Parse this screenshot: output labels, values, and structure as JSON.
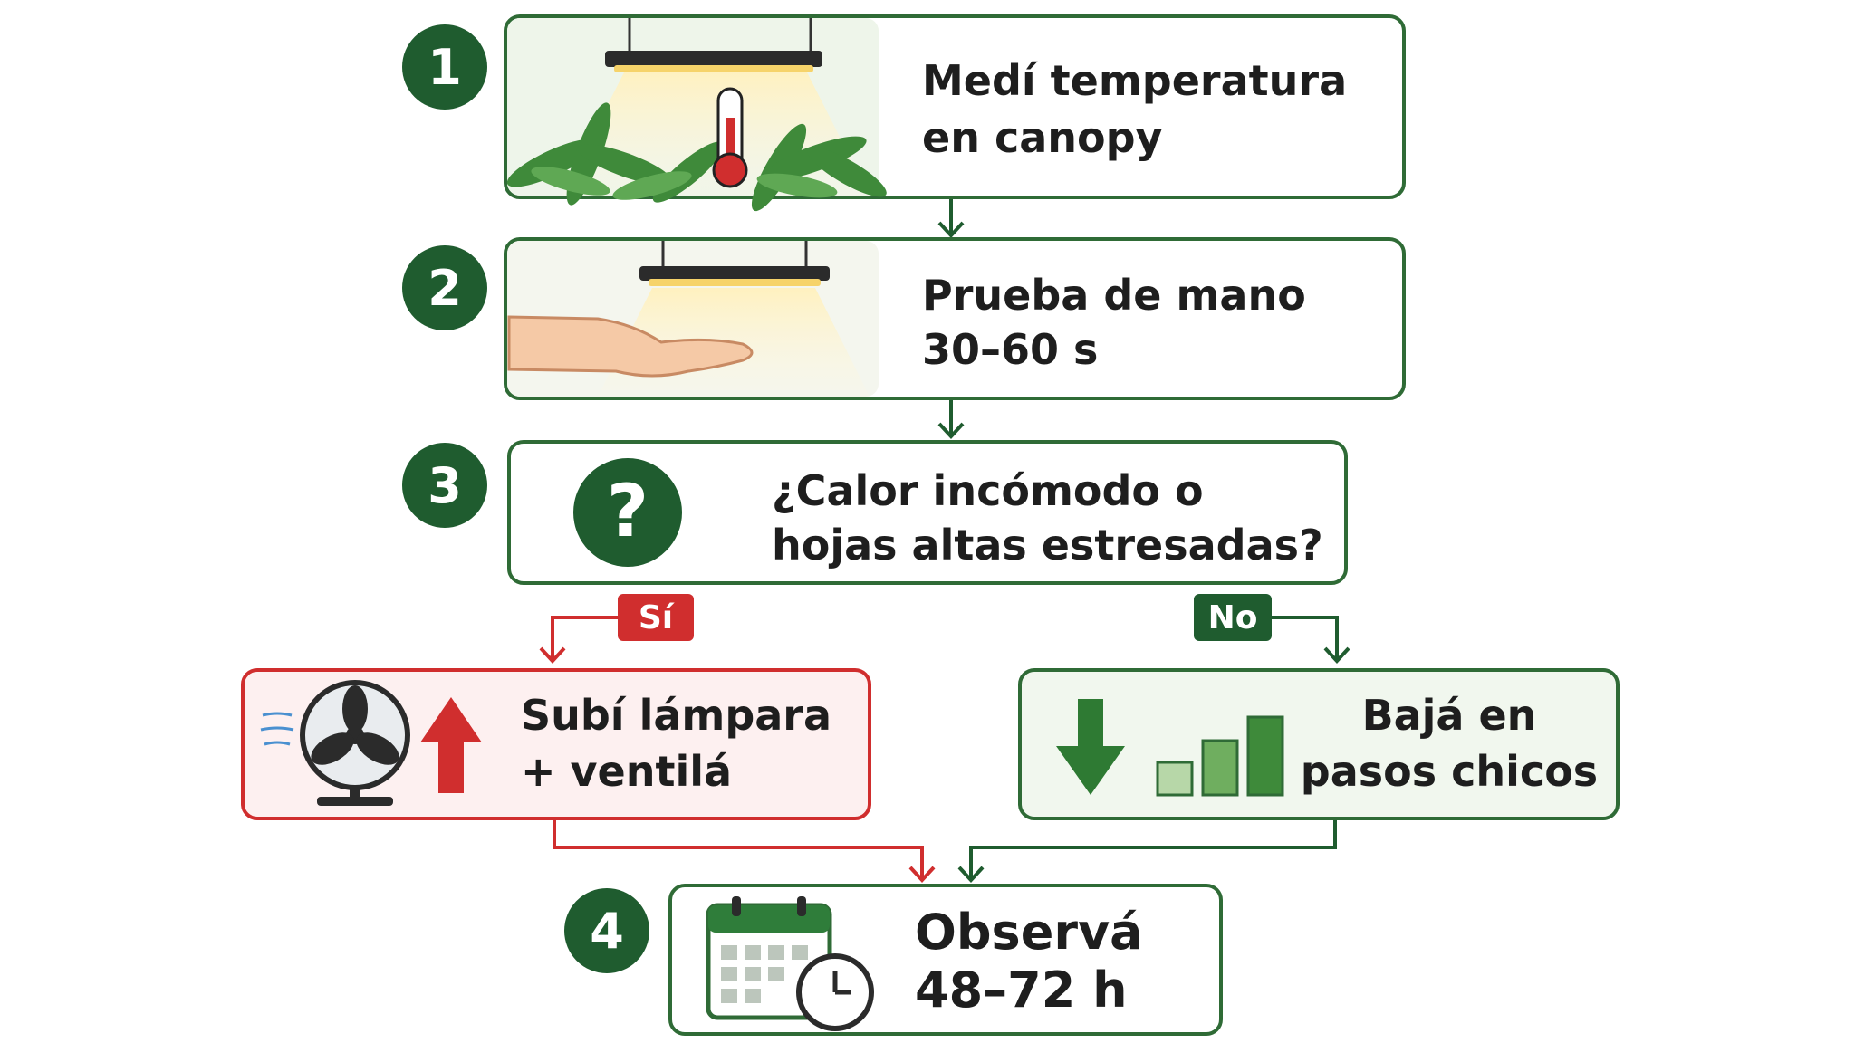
{
  "colors": {
    "green_dark": "#1f5c2f",
    "green_border": "#2f6b36",
    "green_light_bg": "#f1f7ee",
    "red": "#d02e2e",
    "red_light_bg": "#fdf0f0",
    "warm_light": "#fff2c4"
  },
  "steps": [
    {
      "number": "1",
      "line1": "Medí temperatura",
      "line2": "en canopy",
      "icon": "lamp-plants-thermometer"
    },
    {
      "number": "2",
      "line1": "Prueba de mano",
      "line2": "30–60 s",
      "icon": "lamp-hand"
    },
    {
      "number": "3",
      "line1": "¿Calor incómodo o",
      "line2": "hojas altas estresadas?",
      "icon": "question-icon"
    },
    {
      "number": "4",
      "line1": "Observá",
      "line2": "48–72 h",
      "icon": "calendar-clock-icon"
    }
  ],
  "branches": {
    "yes": {
      "label": "Sí",
      "line1": "Subí lámpara",
      "line2": "+ ventilá",
      "icons": [
        "fan-icon",
        "arrow-up-icon"
      ]
    },
    "no": {
      "label": "No",
      "line1": "Bajá en",
      "line2": "pasos chicos",
      "icons": [
        "arrow-down-icon",
        "bar-steps-icon"
      ]
    }
  }
}
